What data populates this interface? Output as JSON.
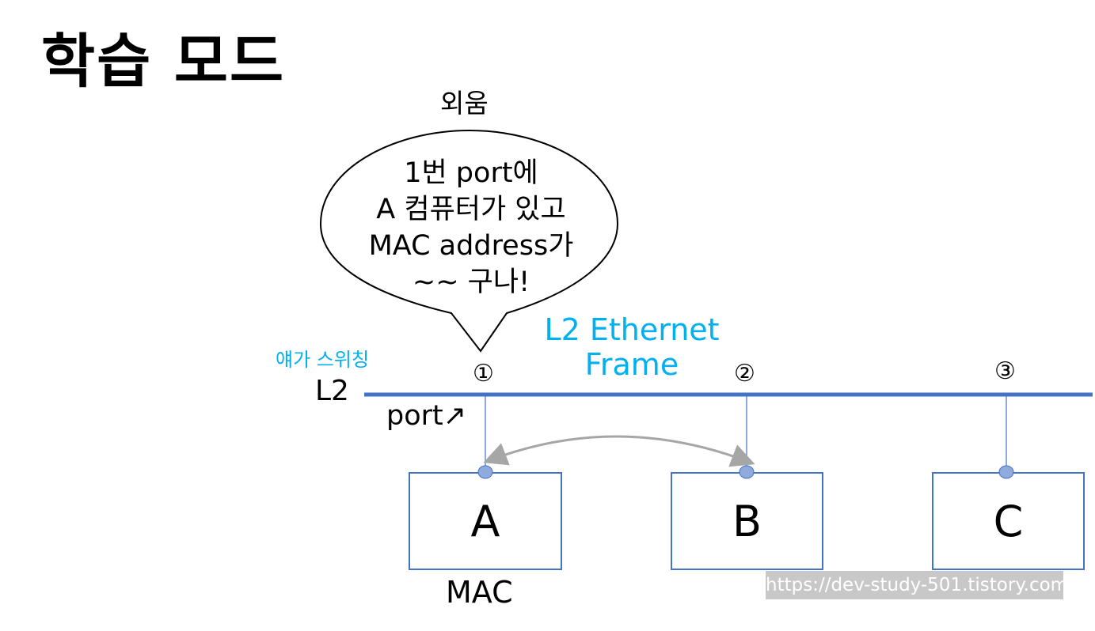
{
  "title": "학습 모드",
  "memorize_label": "외움",
  "speech_bubble": {
    "lines": [
      "1번 port에",
      "A 컴퓨터가 있고",
      "MAC address가",
      "~~ 구나!"
    ]
  },
  "switching_label": "얘가 스위칭",
  "l2_label": "L2",
  "frame_label": {
    "line1": "L2 Ethernet",
    "line2": "Frame"
  },
  "ports": [
    {
      "number": "①"
    },
    {
      "number": "②"
    },
    {
      "number": "③"
    }
  ],
  "port_label": "port↗",
  "hosts": [
    {
      "name": "A"
    },
    {
      "name": "B"
    },
    {
      "name": "C"
    }
  ],
  "mac_label": "MAC",
  "watermark": "https://dev-study-501.tistory.com",
  "colors": {
    "bus_line": "#4472c4",
    "accent_text": "#00b0f0",
    "arrow": "#a6a6a6",
    "host_border": "#4472c4",
    "connector_dot": "#8faadc"
  }
}
